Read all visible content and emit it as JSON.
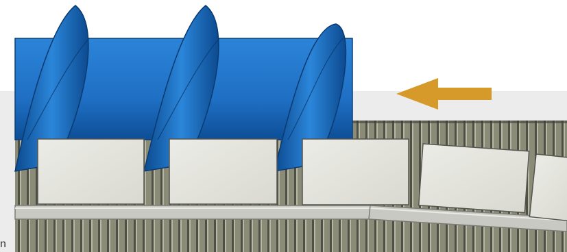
{
  "scene": {
    "description_text": "n",
    "colors": {
      "screw": "#1f6fc4",
      "screw_dark": "#0b3f7a",
      "arrow": "#d59a2a",
      "box": "#e8e8e2",
      "rail": "#c9c9c3",
      "background_panel": "#ececec",
      "slats": "#6e7060"
    },
    "arrow_direction": "left",
    "box_count": 5
  }
}
